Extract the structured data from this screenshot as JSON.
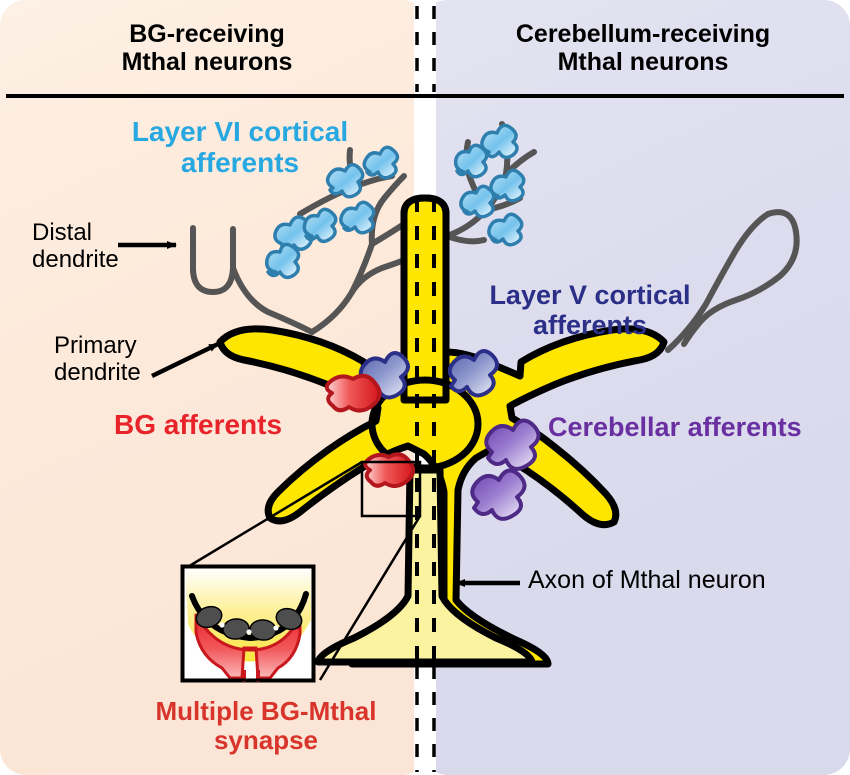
{
  "figure": {
    "panels": [
      {
        "id": "left",
        "title": "BG-receiving\nMthal neurons",
        "bg_color": "#fdeadb"
      },
      {
        "id": "right",
        "title": "Cerebellum-receiving\nMthal neurons",
        "bg_color": "#dcdcee"
      }
    ],
    "labels": {
      "layer_vi": "Layer VI cortical\nafferents",
      "layer_v": "Layer V cortical\nafferents",
      "distal_dendrite": "Distal\ndendrite",
      "primary_dendrite": "Primary\ndendrite",
      "bg_afferents": "BG afferents",
      "cerebellar_afferents": "Cerebellar afferents",
      "axon": "Axon of Mthal neuron",
      "inset_caption": "Multiple BG-Mthal\nsynapse"
    },
    "colors": {
      "layer_vi_text": "#28a8e0",
      "layer_v_text": "#2b2f88",
      "bg_afferents_text": "#e8232a",
      "cerebellar_text": "#6a2fa0",
      "inset_caption_text": "#d8342b",
      "neuron_fill": "#ffe600",
      "neuron_fill_light": "#fdf2a6",
      "neuron_outline": "#000000",
      "dendrite_stroke": "#555555",
      "bg_terminal": "#e8232a",
      "layer_vi_terminal": "#5bb8e8",
      "layer_v_terminal": "#6f7fc4",
      "cerebellar_terminal": "#7b5bbf",
      "vesicle": "#4a4a4a",
      "header_rule": "#000000",
      "divider_dash": "#000000"
    }
  }
}
